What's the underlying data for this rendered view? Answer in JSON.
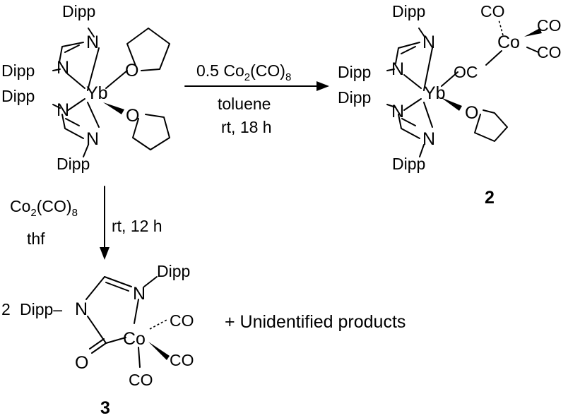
{
  "labels": {
    "dipp": "Dipp",
    "n": "N",
    "o": "O",
    "yb": "Yb",
    "co_metal": "Co",
    "co_ligand": "CO",
    "oc_ligand": "OC"
  },
  "arrow_right": {
    "reagent_prefix": "0.5 Co",
    "reagent_sub": "2",
    "reagent_mid": "(CO)",
    "reagent_sub2": "8",
    "solvent": "toluene",
    "conditions": "rt, 18 h"
  },
  "arrow_down": {
    "reagent_prefix": "Co",
    "reagent_sub": "2",
    "reagent_mid": "(CO)",
    "reagent_sub2": "8",
    "solvent": "thf",
    "conditions": "rt, 12 h"
  },
  "product_3": {
    "coefficient": "2",
    "dipp_dash": "Dipp–"
  },
  "byproducts": "+  Unidentified products",
  "compound_numbers": {
    "two": "2",
    "three": "3"
  }
}
